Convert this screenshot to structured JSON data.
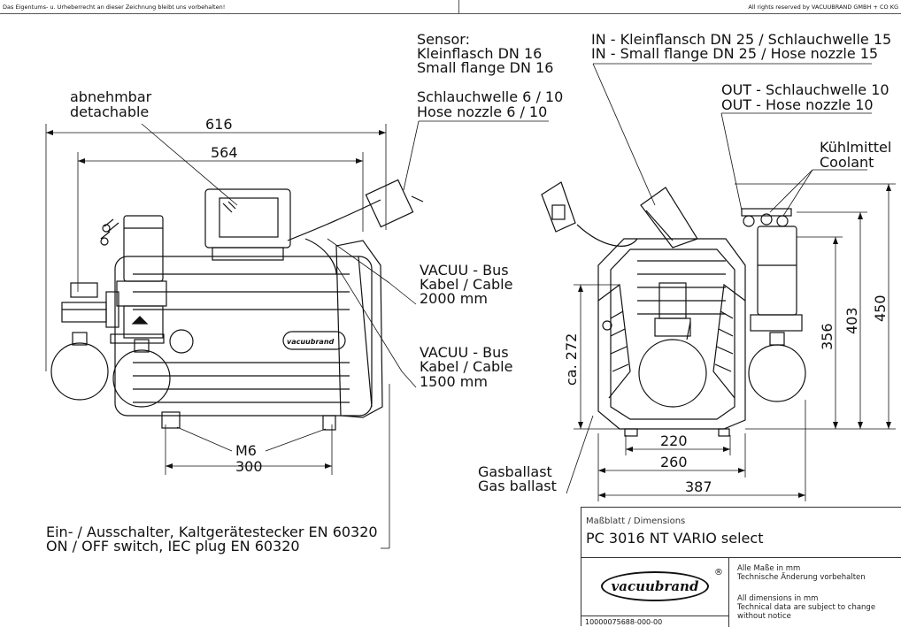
{
  "header": {
    "left": "Das Eigentums- u. Urheberrecht an dieser Zeichnung bleibt uns vorbehalten!",
    "right": "All rights reserved by VACUUBRAND GMBH + CO KG"
  },
  "labels": {
    "sensor_1": "Sensor:",
    "sensor_2": "Kleinflasch DN 16",
    "sensor_3": "Small flange DN 16",
    "in_1": "IN - Kleinflansch DN 25 / Schlauchwelle 15",
    "in_2": "IN - Small flange DN 25 / Hose nozzle 15",
    "detach_1": "abnehmbar",
    "detach_2": "detachable",
    "hose_1": "Schlauchwelle 6 / 10",
    "hose_2": "Hose nozzle 6 / 10",
    "out_1": "OUT - Schlauchwelle 10",
    "out_2": "OUT - Hose nozzle 10",
    "coolant_1": "Kühlmittel",
    "coolant_2": "Coolant",
    "bus2000_1": "VACUU - Bus",
    "bus2000_2": "Kabel / Cable",
    "bus2000_3": "2000 mm",
    "bus1500_1": "VACUU - Bus",
    "bus1500_2": "Kabel / Cable",
    "bus1500_3": "1500 mm",
    "gas_1": "Gasballast",
    "gas_2": "Gas ballast",
    "switch_1": "Ein- / Ausschalter, Kaltgerätestecker EN 60320",
    "switch_2": "ON / OFF switch, IEC plug EN 60320",
    "m6": "M6",
    "pump_logo": "vacuubrand"
  },
  "dimensions": {
    "d616": "616",
    "d564": "564",
    "d300": "300",
    "d220": "220",
    "d260": "260",
    "d387": "387",
    "d272": "ca. 272",
    "d356": "356",
    "d403": "403",
    "d450": "450"
  },
  "titleblock": {
    "subtitle": "Maßblatt / Dimensions",
    "title": "PC 3016 NT VARIO select",
    "logo": "vacuubrand",
    "registered": "®",
    "note_de_1": "Alle Maße in mm",
    "note_de_2": "Technische Änderung vorbehalten",
    "note_en_1": "All dimensions in mm",
    "note_en_2": "Technical data are subject to change",
    "note_en_3": "without notice",
    "doc_number": "10000075688-000-00"
  }
}
